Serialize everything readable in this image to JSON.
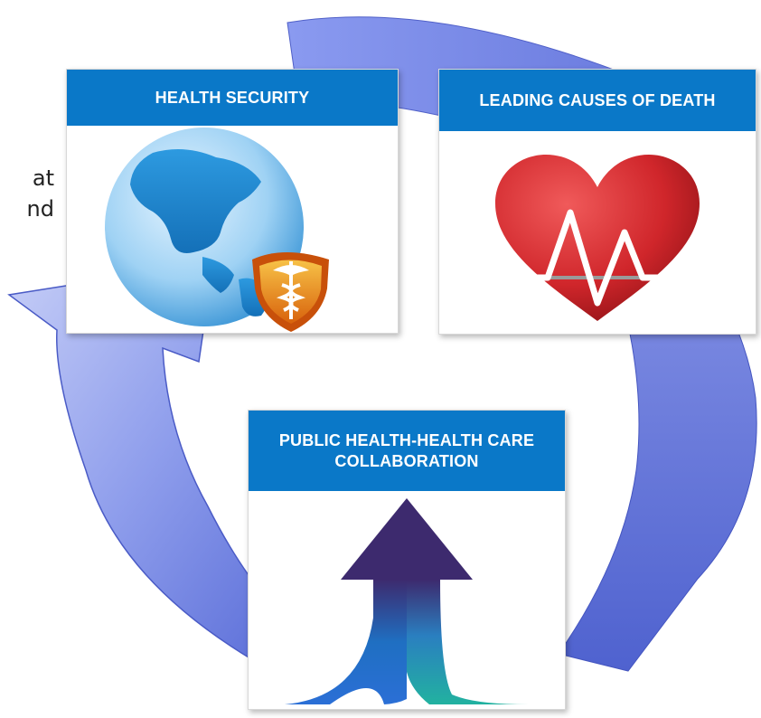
{
  "partial_text": {
    "line1": "at",
    "line2": "nd"
  },
  "cards": {
    "health_security": {
      "title": "HEALTH SECURITY",
      "icon": "globe-with-caduceus-shield-icon"
    },
    "leading_causes": {
      "title": "LEADING CAUSES OF DEATH",
      "icon": "heart-heartbeat-icon"
    },
    "collaboration": {
      "title": "PUBLIC HEALTH-HEALTH CARE\nCOLLABORATION",
      "icon": "merging-arrows-up-icon"
    }
  },
  "colors": {
    "header_blue": "#0a78c8",
    "cycle_blue": "#6b7fe0",
    "heart_red": "#d0262b",
    "shield_orange": "#e8891c"
  }
}
